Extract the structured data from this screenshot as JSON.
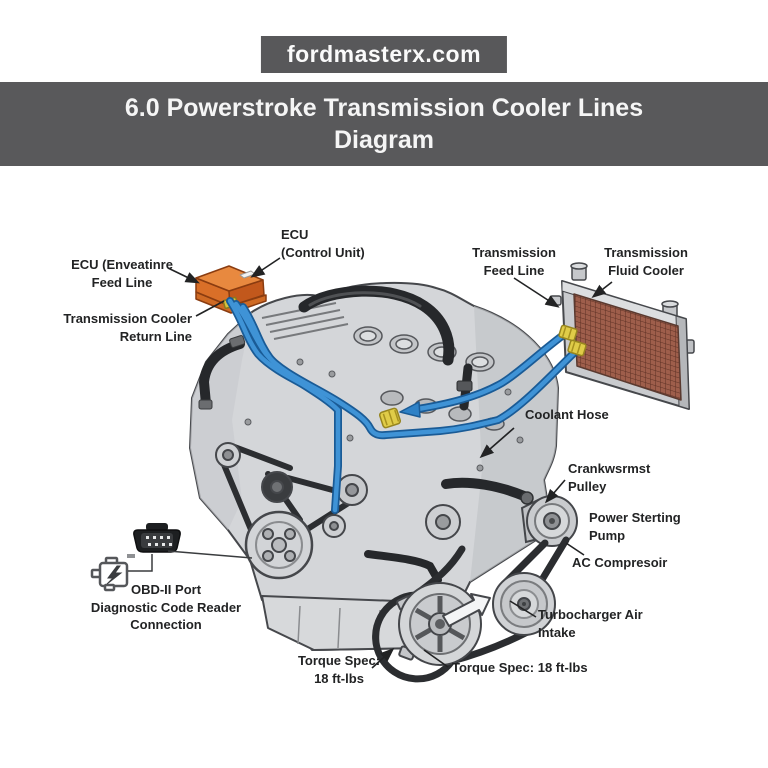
{
  "site": {
    "badge": "fordmasterx.com"
  },
  "title": {
    "line1": "6.0 Powerstroke Transmission Cooler Lines",
    "line2": "Diagram"
  },
  "labels": {
    "ecu_feed": {
      "line1": "ECU (Enveatinre",
      "line2": "Feed Line"
    },
    "ecu_control": {
      "line1": "ECU",
      "line2": "(Control Unit)"
    },
    "trans_cooler_return": {
      "line1": "Transmission Cooler",
      "line2": "Return Line"
    },
    "trans_feed": {
      "line1": "Transmission",
      "line2": "Feed Line"
    },
    "trans_fluid_cooler": {
      "line1": "Transmission",
      "line2": "Fluid Cooler"
    },
    "coolant_hose": "Coolant Hose",
    "crankshaft_pulley": {
      "line1": "Crankwsrmst",
      "line2": "Pulley"
    },
    "power_steering_pump": {
      "line1": "Power Sterting",
      "line2": "Pump"
    },
    "ac_compressor": "AC Compresoir",
    "turbocharger_intake": {
      "line1": "Turbocharger Air",
      "line2": "Intake"
    },
    "torque_spec_left": {
      "line1": "Torque Spec:",
      "line2": "18 ft-lbs"
    },
    "torque_spec_center": "Torque Spec: 18 ft-lbs",
    "obd": {
      "line1": "OBD-II Port",
      "line2": "Diagnostic Code Reader",
      "line3": "Connection"
    }
  },
  "colors": {
    "banner_gray": "#59595b",
    "accent_blue": "#3f93d6",
    "ecu_orange": "#e8893f",
    "cooler_core_brown": "#9e5e4b",
    "hose_black": "#26282b",
    "fitting_yellow": "#e0cc48"
  }
}
